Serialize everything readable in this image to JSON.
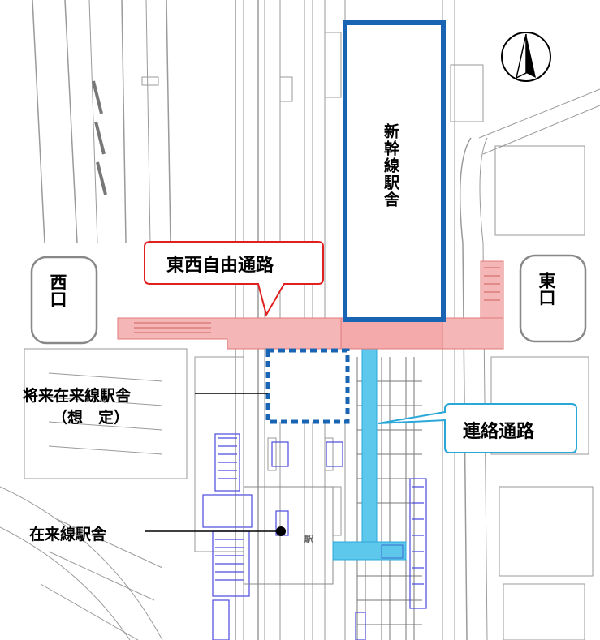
{
  "map": {
    "labels": {
      "west_exit": "西口",
      "east_exit": "東口",
      "free_passage": "東西自由通路",
      "shinkansen_station": "新幹線駅舎",
      "future_station": "将来在来線駅舎",
      "future_station_note": "（想　定）",
      "connecting_passage": "連絡通路",
      "conventional_station": "在来線駅舎",
      "map_station_text": "駅"
    },
    "colors": {
      "shinkansen_border": "#1a64b4",
      "free_passage_fill": "#f4b6b6",
      "free_passage_callout": "#e0201f",
      "connecting_passage_fill": "#5ec8ec",
      "connecting_callout": "#29a8d8",
      "future_station_border": "#1a64b4",
      "conventional_blue": "#4a4ae0",
      "basemap_line": "#9a9a9a"
    },
    "north_arrow": "north-arrow-icon"
  }
}
